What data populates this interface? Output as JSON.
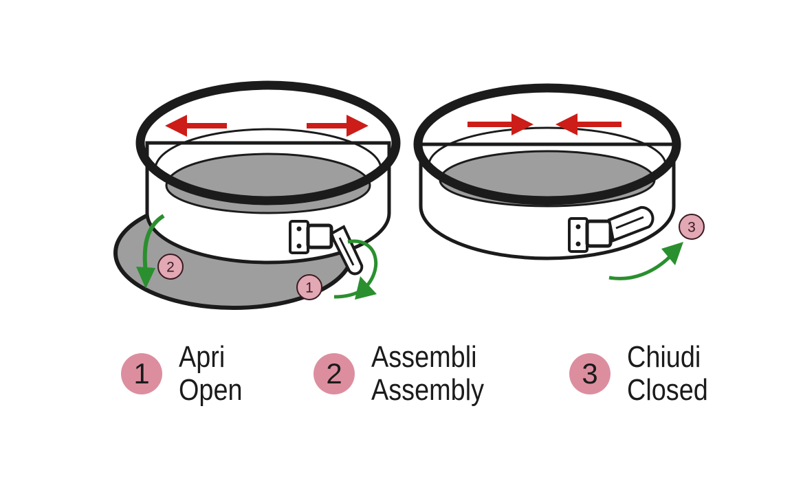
{
  "colors": {
    "accent_red": "#cc1d18",
    "accent_green": "#2a8f2e",
    "badge_pink": "#dc8e9f",
    "pan_base_grey": "#9e9e9e",
    "outline": "#1b1b1b"
  },
  "diagram": {
    "callouts": {
      "pan1_release": "1",
      "pan1_base": "2",
      "pan2_latch": "3"
    }
  },
  "legend": [
    {
      "number": "1",
      "line1": "Apri",
      "line2": "Open"
    },
    {
      "number": "2",
      "line1": "Assembli",
      "line2": "Assembly"
    },
    {
      "number": "3",
      "line1": "Chiudi",
      "line2": "Closed"
    }
  ]
}
